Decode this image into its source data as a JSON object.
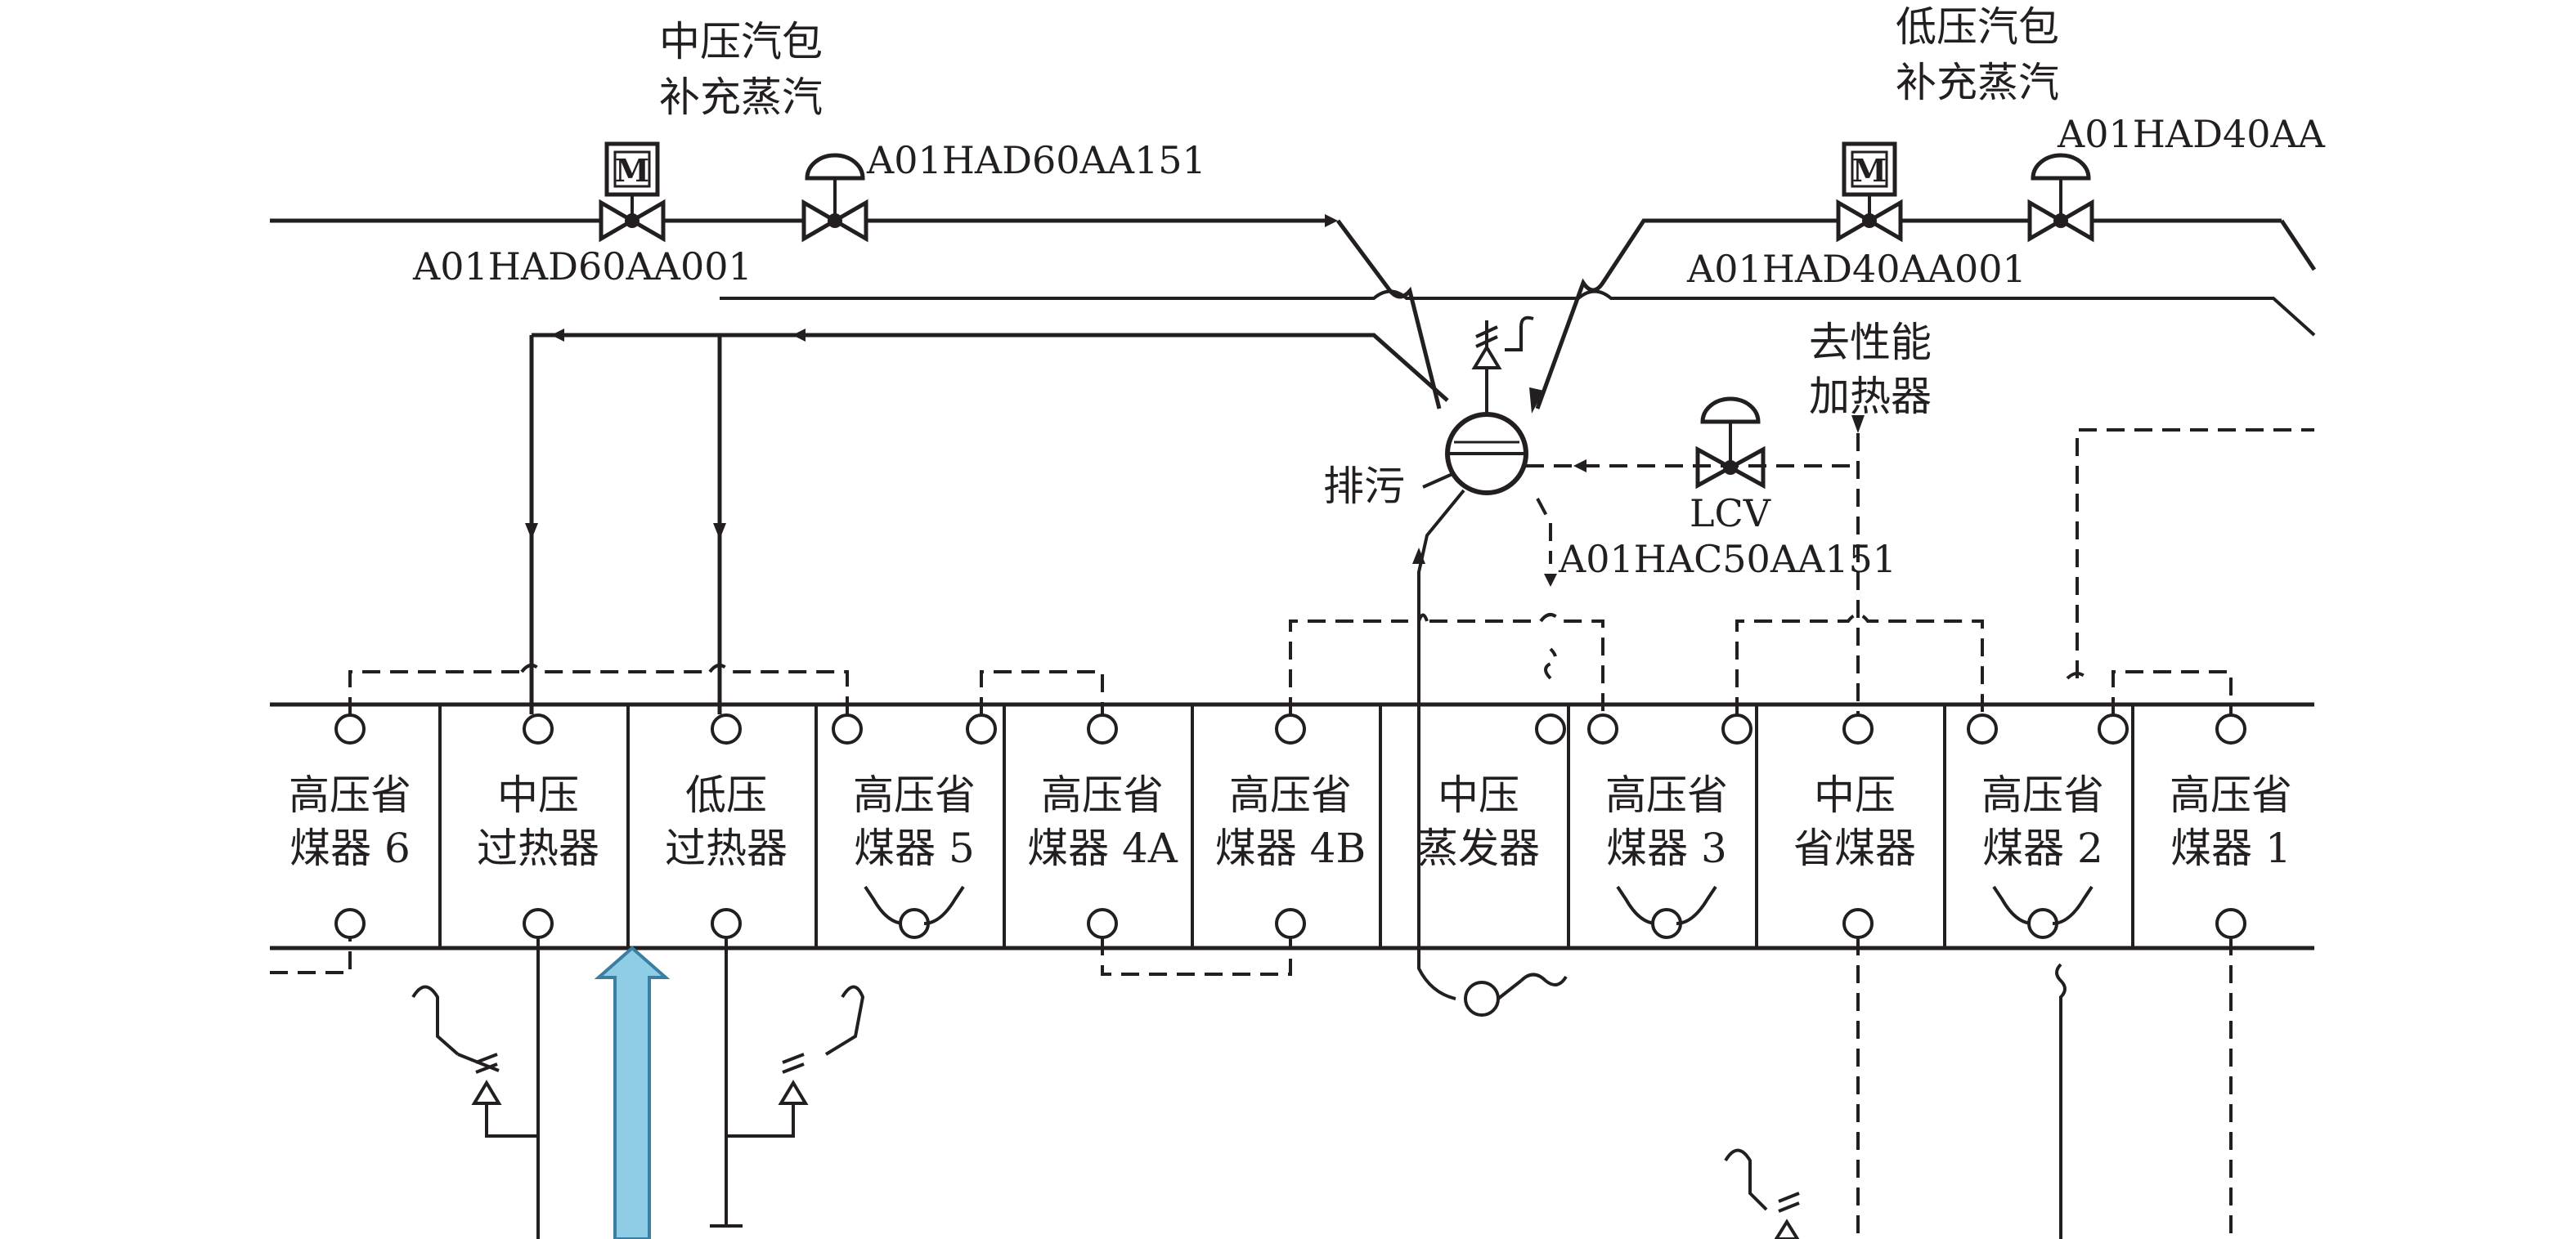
{
  "labels": {
    "ip_drum_supply_line1": "中压汽包",
    "ip_drum_supply_line2": "补充蒸汽",
    "lp_drum_supply_line1": "低压汽包",
    "lp_drum_supply_line2": "补充蒸汽",
    "valve_ip_control": "A01HAD60AA151",
    "valve_ip_motor": "A01HAD60AA001",
    "valve_lp_control": "A01HAD40AA",
    "valve_lp_motor": "A01HAD40AA001",
    "perf_heater_line1": "去性能",
    "perf_heater_line2": "加热器",
    "blowdown": "排污",
    "lcv": "LCV",
    "valve_lcv": "A01HAC50AA151",
    "motor_symbol": "M"
  },
  "modules": [
    {
      "line1": "高压省",
      "line2": "煤器 6"
    },
    {
      "line1": "中压",
      "line2": "过热器"
    },
    {
      "line1": "低压",
      "line2": "过热器"
    },
    {
      "line1": "高压省",
      "line2": "煤器 5"
    },
    {
      "line1": "高压省",
      "line2": "煤器 4A"
    },
    {
      "line1": "高压省",
      "line2": "煤器 4B"
    },
    {
      "line1": "中压",
      "line2": "蒸发器"
    },
    {
      "line1": "高压省",
      "line2": "煤器 3"
    },
    {
      "line1": "中压",
      "line2": "省煤器"
    },
    {
      "line1": "高压省",
      "line2": "煤器 2"
    },
    {
      "line1": "高压省",
      "line2": "煤器 1"
    }
  ],
  "colors": {
    "line": "#231f20",
    "flue_gas_arrow": "#8fcde6",
    "flue_gas_arrow_outline": "#3a7ea1"
  }
}
